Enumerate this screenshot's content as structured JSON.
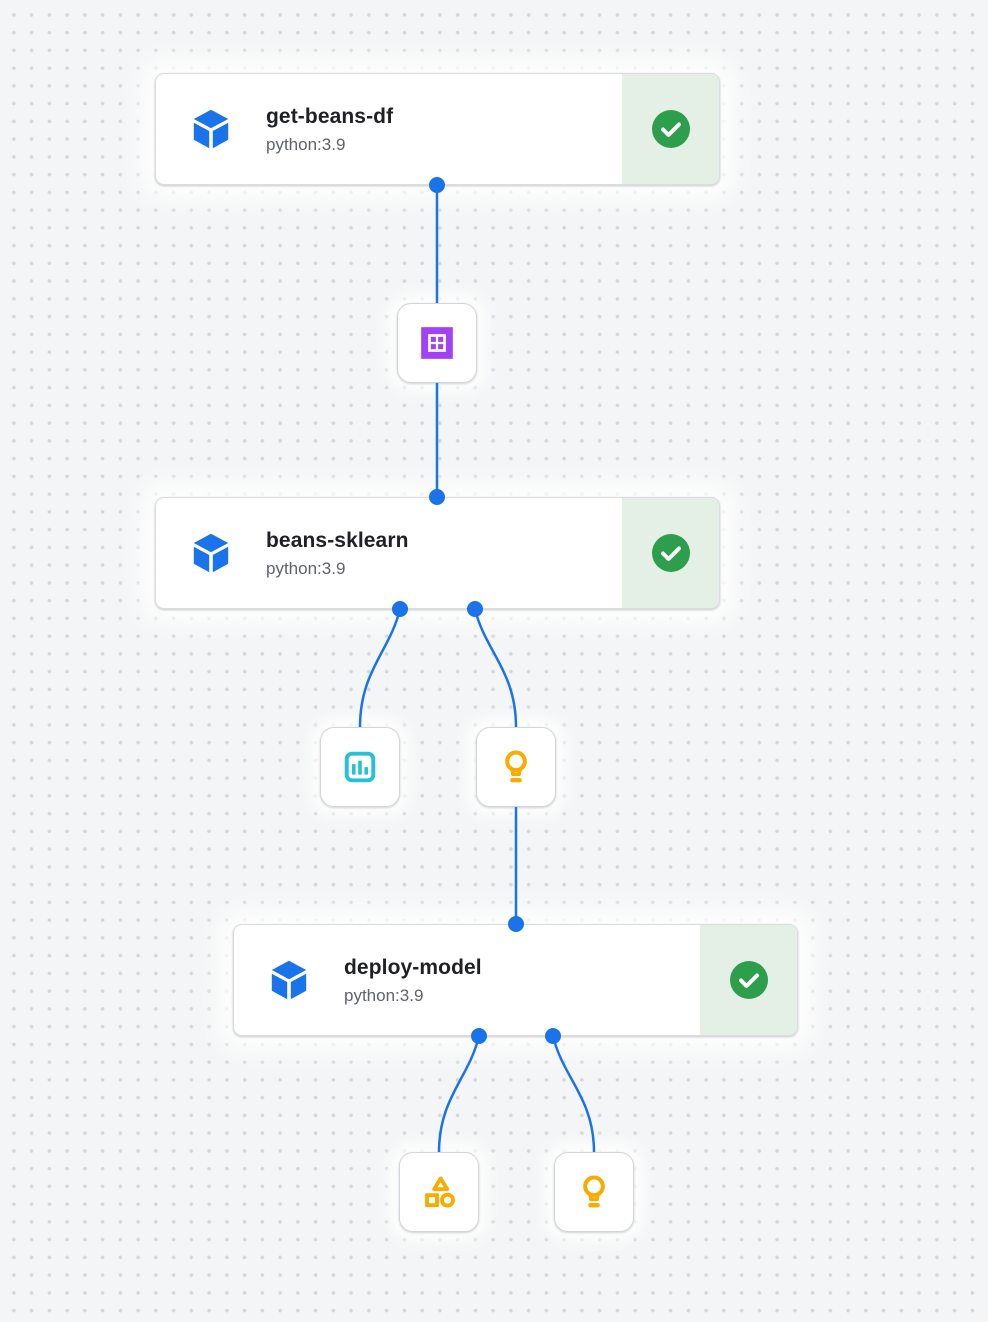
{
  "canvas": {
    "kind": "pipeline-dag",
    "background": "#f4f5f6",
    "grid_dot_color": "#d3d6d9",
    "edge_color": "#1a73e8"
  },
  "colors": {
    "edge_blue": "#1a73e8",
    "task_cube_blue": "#1a73e8",
    "success_green": "#2d9e4b",
    "success_panel_green": "#e4f0e5",
    "dataset_purple": "#a142f4",
    "metrics_cyan": "#27c0db",
    "model_orange": "#f9ab00",
    "title_text": "#202124",
    "subtitle_text": "#5f6368"
  },
  "nodes": [
    {
      "id": "get-beans-df",
      "title": "get-beans-df",
      "subtitle": "python:3.9",
      "status": "succeeded",
      "icon": "cube-icon",
      "status_icon": "success-check-icon"
    },
    {
      "id": "beans-sklearn",
      "title": "beans-sklearn",
      "subtitle": "python:3.9",
      "status": "succeeded",
      "icon": "cube-icon",
      "status_icon": "success-check-icon"
    },
    {
      "id": "deploy-model",
      "title": "deploy-model",
      "subtitle": "python:3.9",
      "status": "succeeded",
      "icon": "cube-icon",
      "status_icon": "success-check-icon"
    }
  ],
  "artifacts": [
    {
      "id": "dataset-artifact",
      "icon": "dataset-icon",
      "color": "#a142f4"
    },
    {
      "id": "metrics-artifact",
      "icon": "metrics-bar-chart-icon",
      "color": "#27c0db"
    },
    {
      "id": "model-artifact",
      "icon": "model-lightbulb-icon",
      "color": "#f9ab00"
    },
    {
      "id": "generic-artifact",
      "icon": "artifact-shapes-icon",
      "color": "#f9ab00"
    },
    {
      "id": "model-artifact-2",
      "icon": "model-lightbulb-icon",
      "color": "#f9ab00"
    }
  ],
  "edges": [
    {
      "from": "get-beans-df",
      "to": "dataset-artifact"
    },
    {
      "from": "dataset-artifact",
      "to": "beans-sklearn"
    },
    {
      "from": "beans-sklearn",
      "to": "metrics-artifact"
    },
    {
      "from": "beans-sklearn",
      "to": "model-artifact"
    },
    {
      "from": "model-artifact",
      "to": "deploy-model"
    },
    {
      "from": "deploy-model",
      "to": "generic-artifact"
    },
    {
      "from": "deploy-model",
      "to": "model-artifact-2"
    }
  ]
}
